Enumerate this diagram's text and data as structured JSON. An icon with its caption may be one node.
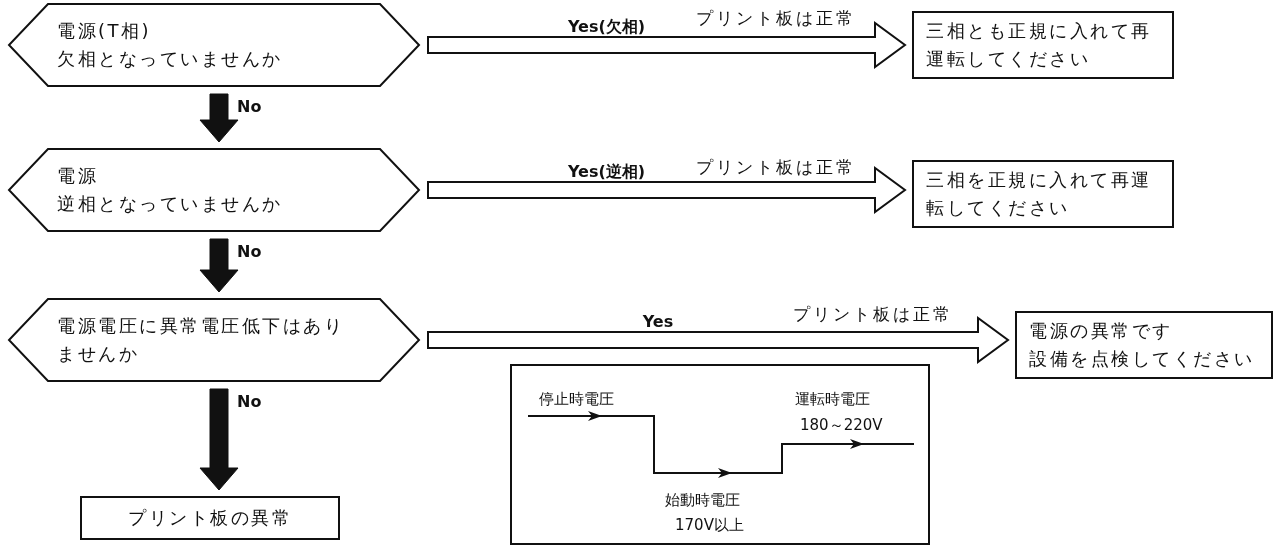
{
  "diagram": {
    "nodes": [
      {
        "text": [
          "電源(T相)",
          "欠相となっていませんか"
        ]
      },
      {
        "text": [
          "三相とも正規に入れて再運転してください"
        ]
      },
      {
        "text": [
          "電源",
          "逆相となっていませんか"
        ]
      },
      {
        "text": [
          "三相を正規に入れて再運転してください"
        ]
      },
      {
        "text": [
          "電源電圧に異常電圧低下はありませんか"
        ]
      },
      {
        "text": [
          "電源の異常です",
          "設備を点検してください"
        ]
      },
      {
        "text": [
          "プリント板の異常"
        ]
      },
      {
        "text": [
          "停止時電圧",
          "運転時電圧",
          "180～220V",
          "始動時電圧",
          "170V以上"
        ]
      }
    ],
    "edges": [
      {
        "from": 0,
        "to": 1,
        "arrow": "to",
        "label": "Yes(欠相)"
      },
      {
        "from": 0,
        "to": 2,
        "arrow": "to",
        "label": "No",
        "style": "thick"
      },
      {
        "from": 2,
        "to": 3,
        "arrow": "to",
        "label": "Yes(逆相)"
      },
      {
        "from": 2,
        "to": 4,
        "arrow": "to",
        "label": "No",
        "style": "thick"
      },
      {
        "from": 4,
        "to": 5,
        "arrow": "to",
        "label": "Yes"
      },
      {
        "from": 4,
        "to": 6,
        "arrow": "to",
        "label": "No",
        "style": "thick"
      }
    ],
    "labels": [
      "プリント板は正常",
      "プリント板は正常",
      "プリント板は正常"
    ]
  }
}
